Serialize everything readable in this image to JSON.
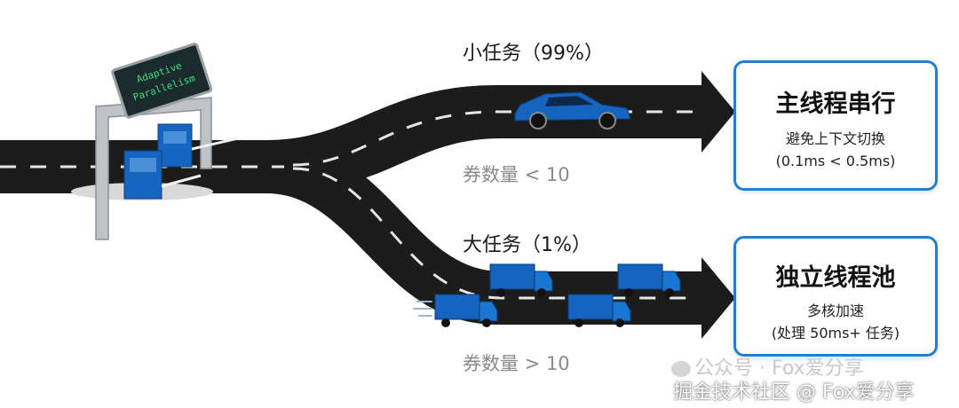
{
  "top_route": {
    "label": "小任务（99%）",
    "condition": "券数量 < 10",
    "card_title": "主线程串行",
    "card_line1": "避免上下文切换",
    "card_line2": "(0.1ms < 0.5ms)"
  },
  "bottom_route": {
    "label": "大任务（1%）",
    "condition": "券数量 > 10",
    "card_title": "独立线程池",
    "card_line1": "多核加速",
    "card_line2": "(处理 50ms+ 任务)"
  },
  "gantry_sign": {
    "line1": "Adaptive",
    "line2": "Parallelism"
  },
  "watermarks": {
    "faded": "公众号 · Fox爱分享",
    "main": "掘金技术社区 @ Fox爱分享"
  },
  "colors": {
    "accent": "#1e7fd8",
    "road": "#1c1c1c",
    "vehicle": "#1565c0"
  }
}
